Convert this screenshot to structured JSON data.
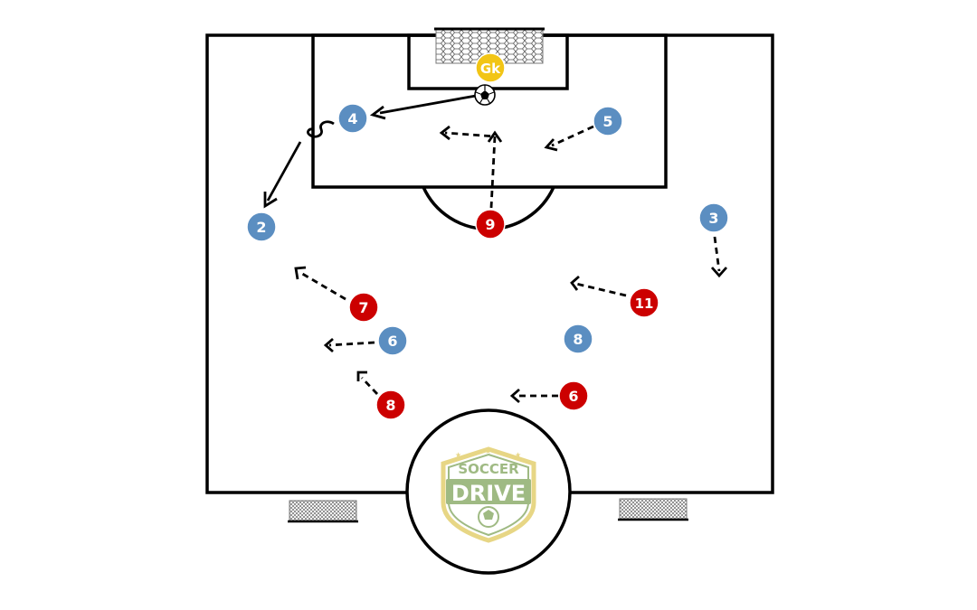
{
  "diagram": {
    "type": "soccer-tactical-drill",
    "colors": {
      "lines": "#000000",
      "field": "#ffffff",
      "blue_team": "#5b8ec1",
      "red_team": "#cc0000",
      "goalkeeper": "#f2c516",
      "label_text": "#ffffff",
      "logo_green": "#8fae6e",
      "logo_gold": "#e3d070"
    },
    "goalkeeper": {
      "label": "Gk"
    },
    "blue_players": [
      {
        "label": "4"
      },
      {
        "label": "5"
      },
      {
        "label": "2"
      },
      {
        "label": "3"
      },
      {
        "label": "6"
      },
      {
        "label": "8"
      }
    ],
    "red_players": [
      {
        "label": "9"
      },
      {
        "label": "7"
      },
      {
        "label": "11"
      },
      {
        "label": "8"
      },
      {
        "label": "6"
      }
    ],
    "legend_icons": [
      "soccer-ball-icon",
      "mini-goal-net-icon",
      "arrowhead-icon"
    ],
    "logo": {
      "line1": "SOCCER",
      "line2": "DRIVE"
    }
  }
}
